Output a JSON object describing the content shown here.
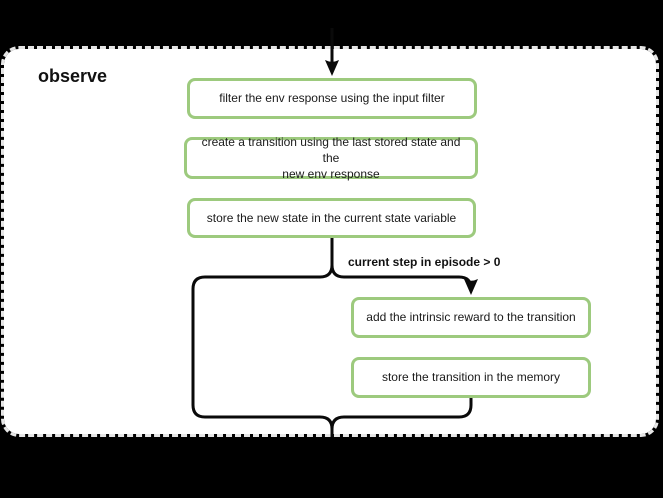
{
  "colors": {
    "background": "#000000",
    "frame_fill": "#ffffff",
    "frame_border": "#e6e6e6",
    "node_border": "#9dca7e",
    "node_fill": "#ffffff",
    "edge": "#0a0a0a",
    "text": "#1a1a1a"
  },
  "frame": {
    "title": "observe"
  },
  "nodes": [
    {
      "label": "filter the env response using the input filter"
    },
    {
      "label": "create a transition using the last stored state and the\nnew env response"
    },
    {
      "label": "store the new state in the current state variable"
    },
    {
      "label": "add the intrinsic reward to the transition"
    },
    {
      "label": "store the transition in the memory"
    }
  ],
  "edges": {
    "condition_label": "current step in episode > 0"
  }
}
